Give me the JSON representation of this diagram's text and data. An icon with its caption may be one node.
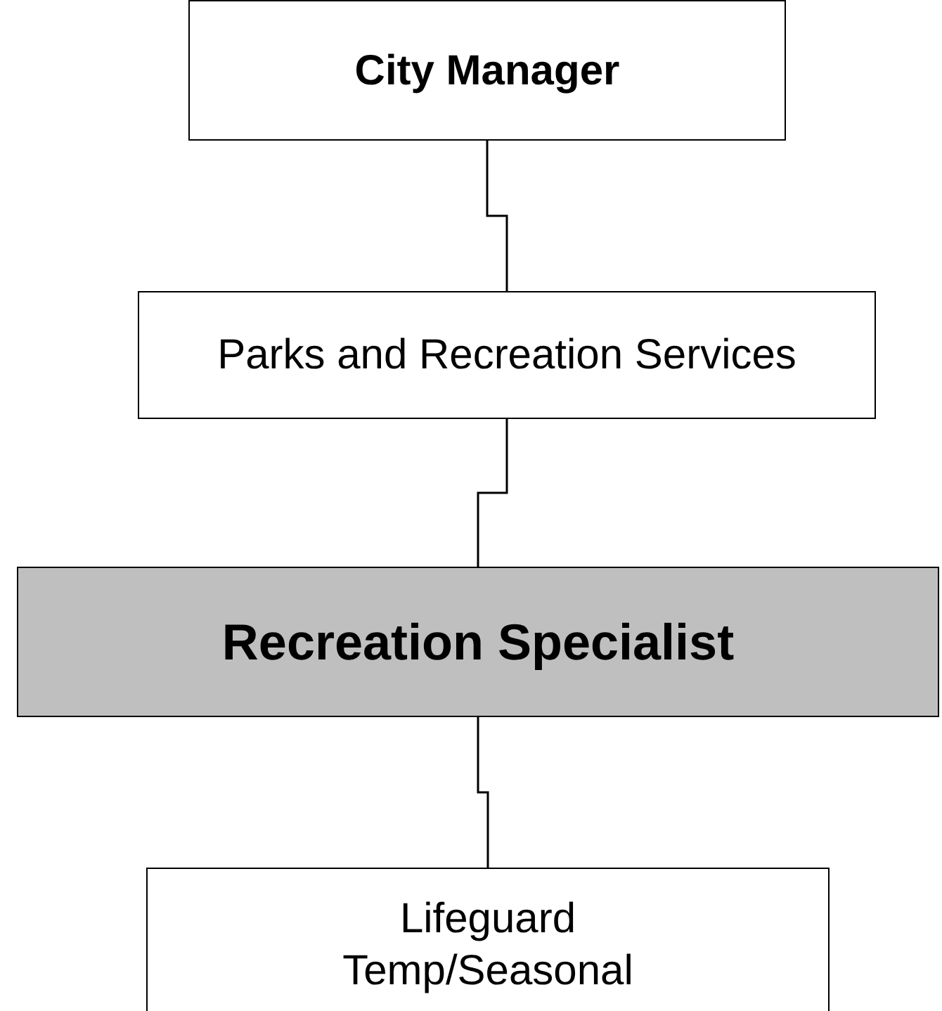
{
  "diagram": {
    "nodes": [
      {
        "text": [
          "City Manager"
        ]
      },
      {
        "text": [
          "Parks and Recreation Services"
        ]
      },
      {
        "text": [
          "Recreation Specialist"
        ]
      },
      {
        "text": [
          "Lifeguard",
          "Temp/Seasonal"
        ]
      }
    ],
    "edges": [
      {
        "from": 0,
        "to": 1,
        "arrow": "none"
      },
      {
        "from": 1,
        "to": 2,
        "arrow": "none"
      },
      {
        "from": 2,
        "to": 3,
        "arrow": "none"
      }
    ]
  }
}
